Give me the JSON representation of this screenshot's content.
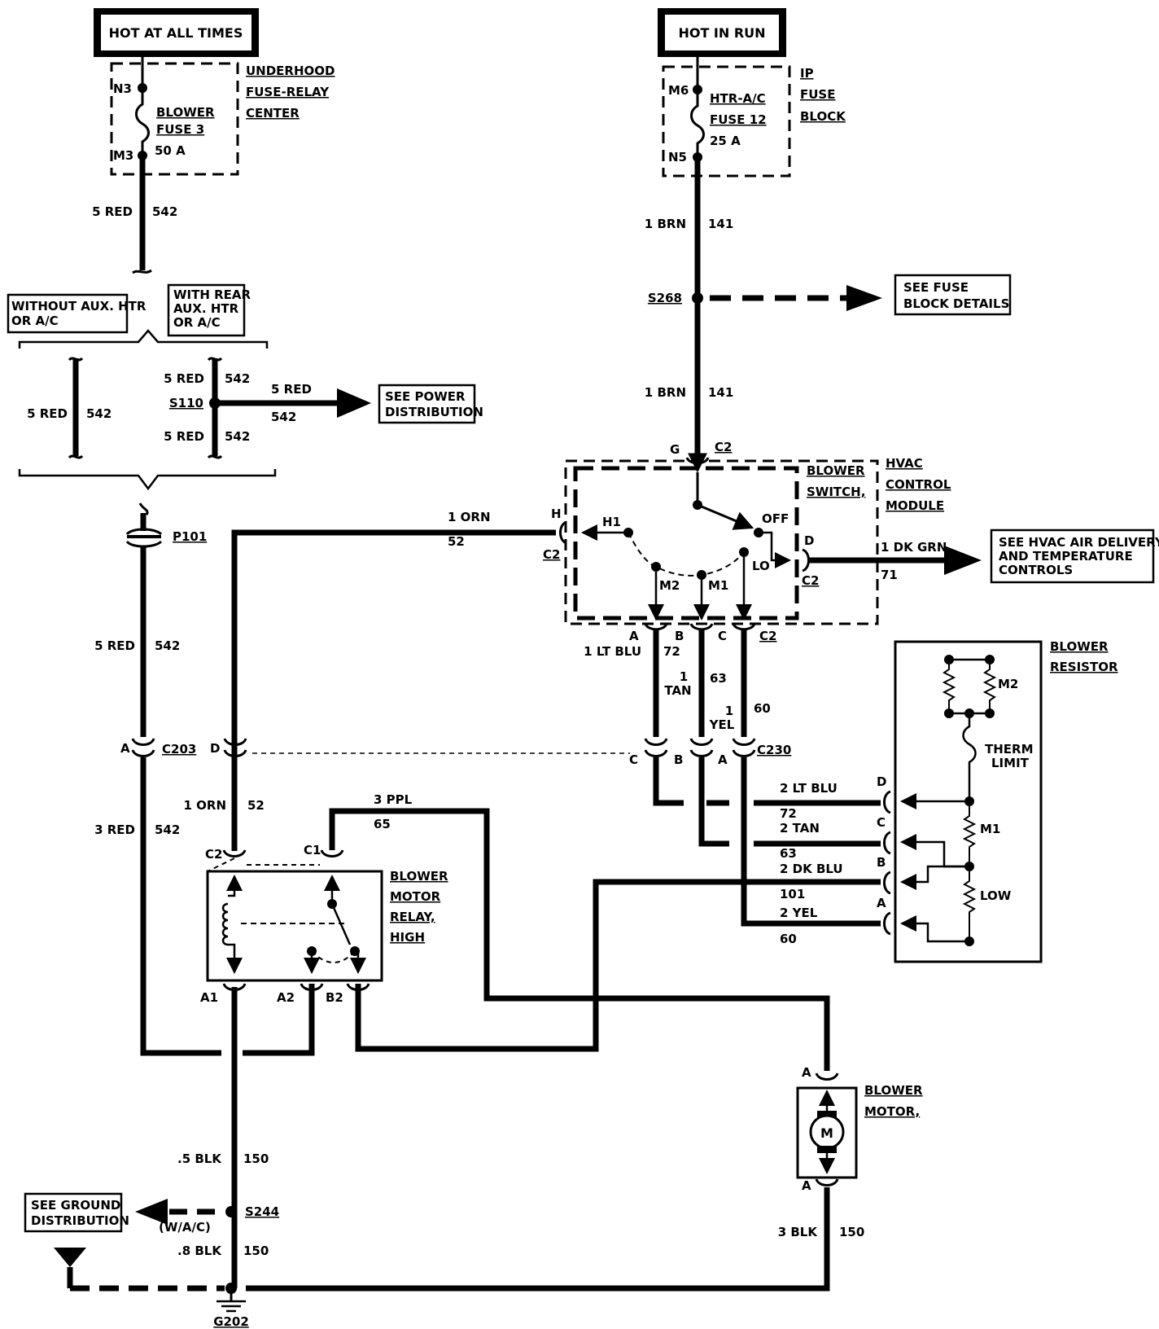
{
  "title_boxes": {
    "hot_at_all_times": "HOT AT ALL TIMES",
    "hot_in_run": "HOT IN RUN"
  },
  "underhood_block": {
    "title": [
      "UNDERHOOD",
      "FUSE-RELAY",
      "CENTER"
    ],
    "pin_in": "N3",
    "pin_out": "M3",
    "fuse_label": [
      "BLOWER",
      "FUSE 3"
    ],
    "rating": "50 A"
  },
  "ip_block": {
    "title": [
      "IP",
      "FUSE",
      "BLOCK"
    ],
    "pin_in": "M6",
    "pin_out": "N5",
    "fuse_label": [
      "HTR-A/C",
      "FUSE 12"
    ],
    "rating": "25 A"
  },
  "splices": {
    "s268": "S268",
    "s110": "S110",
    "s244": "S244",
    "w_ac": "(W/A/C)"
  },
  "connectors": {
    "p101": "P101",
    "c203": "C203",
    "c203_a": "A",
    "c203_d": "D",
    "c230": "C230",
    "c230_c": "C",
    "c230_b": "B",
    "c230_a": "A",
    "g202": "G202"
  },
  "wires": {
    "w542_top": {
      "size_color": "5 RED",
      "circuit": "542"
    },
    "w542_left": {
      "size_color": "5 RED",
      "circuit": "542"
    },
    "w542_s110_in": {
      "size_color": "5 RED",
      "circuit": "542"
    },
    "w542_s110_out": {
      "size_color": "5 RED",
      "circuit": "542"
    },
    "w542_arrow": {
      "size_color": "5 RED",
      "circuit": "542"
    },
    "w542_mid": {
      "size_color": "5 RED",
      "circuit": "542"
    },
    "w542_lower": {
      "size_color": "3 RED",
      "circuit": "542"
    },
    "w141_top": {
      "size_color": "1 BRN",
      "circuit": "141"
    },
    "w141_low": {
      "size_color": "1 BRN",
      "circuit": "141"
    },
    "w52_top": {
      "size_color": "1 ORN",
      "circuit": "52"
    },
    "w52_low": {
      "size_color": "1 ORN",
      "circuit": "52"
    },
    "w65": {
      "size_color": "3 PPL",
      "circuit": "65"
    },
    "w71": {
      "size_color": "1 DK GRN",
      "circuit": "71"
    },
    "w72": {
      "size_color": "1 LT BLU",
      "circuit": "72"
    },
    "w63": {
      "size_a": "1",
      "size_b": "TAN",
      "circuit": "63"
    },
    "w60": {
      "size_a": "1",
      "size_b": "YEL",
      "circuit": "60"
    },
    "r72": {
      "size_color": "2 LT BLU",
      "circuit": "72"
    },
    "r63": {
      "size_color": "2 TAN",
      "circuit": "63"
    },
    "r101": {
      "size_color": "2 DK BLU",
      "circuit": "101"
    },
    "r60": {
      "size_color": "2 YEL",
      "circuit": "60"
    },
    "w150_a": {
      "size_color": ".5 BLK",
      "circuit": "150"
    },
    "w150_b": {
      "size_color": ".8 BLK",
      "circuit": "150"
    },
    "w150_c": {
      "size_color": "3 BLK",
      "circuit": "150"
    }
  },
  "option_boxes": {
    "without": [
      "WITHOUT AUX. HTR",
      "OR A/C"
    ],
    "with": [
      "WITH REAR",
      "AUX. HTR",
      "OR A/C"
    ]
  },
  "reference_boxes": {
    "fuse_details": [
      "SEE FUSE",
      "BLOCK DETAILS"
    ],
    "power": [
      "SEE POWER",
      "DISTRIBUTION"
    ],
    "hvac": [
      "SEE HVAC AIR DELIVERY",
      "AND TEMPERATURE",
      "CONTROLS"
    ],
    "ground": [
      "SEE GROUND",
      "DISTRIBUTION"
    ]
  },
  "hvac_module": {
    "title": [
      "HVAC",
      "CONTROL",
      "MODULE"
    ],
    "switch_label": [
      "BLOWER",
      "SWITCH,"
    ],
    "pin_g": "G",
    "pin_h": "H",
    "pin_d": "D",
    "pin_a": "A",
    "pin_b": "B",
    "pin_c": "C",
    "conn_c2_top": "C2",
    "conn_c2_left": "C2",
    "conn_c2_right": "C2",
    "conn_c2_bottom": "C2",
    "positions": {
      "h1": "H1",
      "off": "OFF",
      "m2": "M2",
      "m1": "M1",
      "lo": "LO"
    }
  },
  "relay": {
    "title": [
      "BLOWER",
      "MOTOR",
      "RELAY,",
      "HIGH"
    ],
    "pin_c2": "C2",
    "pin_c1": "C1",
    "pin_a1": "A1",
    "pin_a2": "A2",
    "pin_b2": "B2"
  },
  "resistor": {
    "title": [
      "BLOWER",
      "RESISTOR"
    ],
    "m2": "M2",
    "therm": [
      "THERM",
      "LIMIT"
    ],
    "m1": "M1",
    "low": "LOW",
    "pin_d": "D",
    "pin_c": "C",
    "pin_b": "B",
    "pin_a": "A"
  },
  "motor": {
    "title": [
      "BLOWER",
      "MOTOR,"
    ],
    "symbol": "M",
    "pin_top": "A",
    "pin_bottom": "A"
  }
}
